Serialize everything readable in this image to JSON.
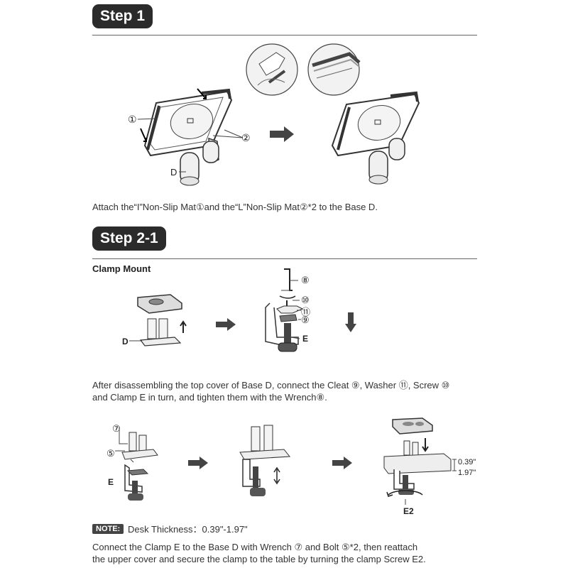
{
  "step1": {
    "badge": "Step 1",
    "label_mat_i": "①",
    "label_mat_l": "②",
    "label_base": "D",
    "instruction": "Attach the“I”Non-Slip Mat①and the“L”Non-Slip Mat②*2  to the Base D."
  },
  "step2": {
    "badge": "Step 2-1",
    "subtitle": "Clamp Mount",
    "label_base": "D",
    "label_wrench": "⑧",
    "label_screw": "⑩",
    "label_washer": "⑪",
    "label_cleat": "⑨",
    "label_clamp": "E",
    "instruction_line1": "After disassembling the top cover of Base D, connect the Cleat ⑨, Washer ⑪, Screw ⑩",
    "instruction_line2": "and Clamp E in turn, and tighten them with the Wrench⑧.",
    "label_wrench7": "⑦",
    "label_bolt5": "⑤",
    "label_clamp2": "E",
    "thickness_min": "0.39\"",
    "thickness_max": "1.97\"",
    "label_e2": "E2",
    "note_badge": "NOTE:",
    "note_text": "Desk Thickness：0.39\"-1.97\"",
    "final_line1": "Connect the Clamp E to the Base D with Wrench ⑦ and Bolt ⑤*2, then reattach",
    "final_line2": "the upper cover and secure the clamp to the table by turning the clamp Screw E2."
  }
}
